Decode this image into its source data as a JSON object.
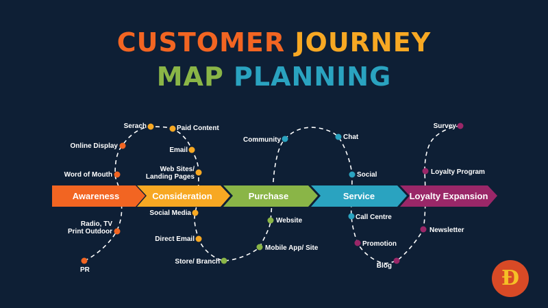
{
  "title": {
    "line1_a": "CUSTOMER",
    "line1_b": "JOURNEY",
    "line2_a": "MAP",
    "line2_b": "PLANNING"
  },
  "colors": {
    "background": "#0e1f35",
    "awareness": "#f26522",
    "consideration": "#f7a823",
    "purchase": "#8ab547",
    "service": "#2aa3c0",
    "loyalty": "#9a2768",
    "title_customer": "#f26522",
    "title_journey": "#f7a823",
    "title_map": "#8ab547",
    "title_planning": "#2aa3c0",
    "path": "#ffffff",
    "logo_bg": "#d84a26",
    "logo_fg": "#f5c026"
  },
  "stages": [
    "Awareness",
    "Consideration",
    "Purchase",
    "Service",
    "Loyalty Expansion"
  ],
  "touchpoints": {
    "pr": "PR",
    "radio_line1": "Radio, TV",
    "radio_line2": "Print Outdoor",
    "word_of_mouth": "Word of Mouth",
    "online_display": "Online Display",
    "serach": "Serach",
    "paid_content": "Paid Content",
    "email": "Email",
    "web_sites_line1": "Web Sites/",
    "web_sites_line2": "Landing Pages",
    "social_media": "Social Media",
    "direct_email": "Direct Email",
    "store_branch": "Store/ Branch",
    "mobile_app": "Mobile App/ Site",
    "website": "Website",
    "community": "Community",
    "chat": "Chat",
    "social": "Social",
    "call_centre": "Call Centre",
    "promotion": "Promotion",
    "blog": "Blog",
    "newsletter": "Newsletter",
    "loyalty_program": "Loyalty Program",
    "survey": "Survey"
  },
  "logo": {
    "icon": "d-coin-logo",
    "glyph": "Đ"
  }
}
